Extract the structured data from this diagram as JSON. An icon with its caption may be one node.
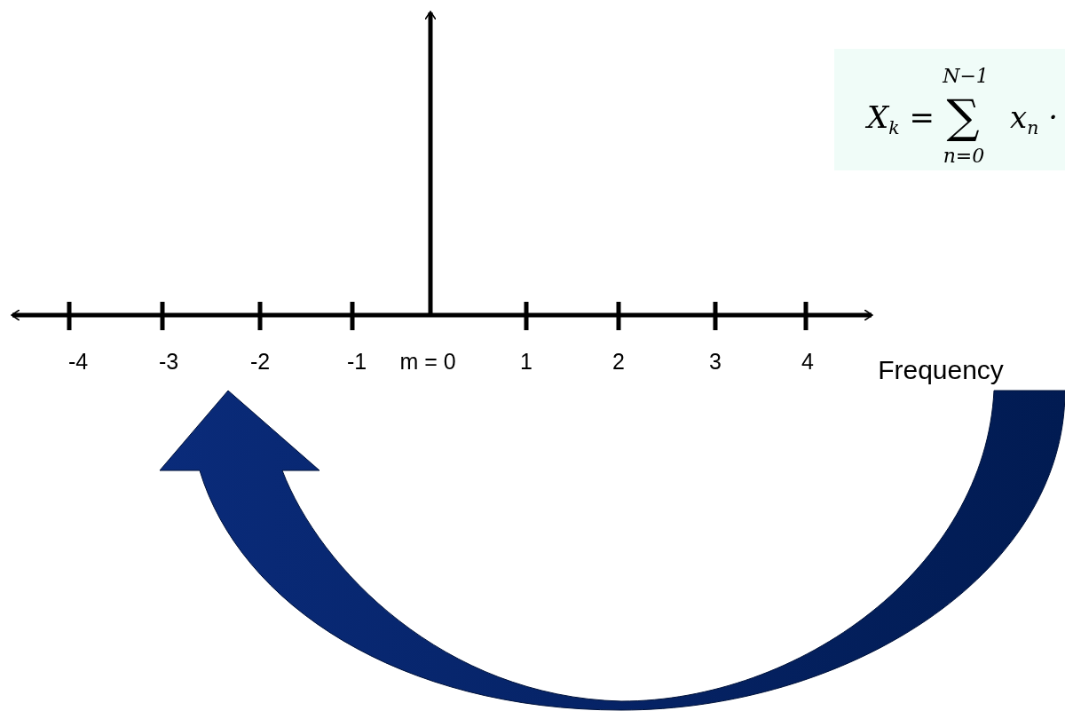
{
  "diagram": {
    "nodes": [
      {
        "text": [
          "X$_{k}$ =",
          "N−1",
          "∑",
          "n=0",
          "x$_{n}$ ·"
        ]
      }
    ],
    "labels": [
      "-4",
      "-3",
      "-2",
      "-1",
      "m = 0",
      "1",
      "2",
      "3",
      "4",
      "Frequency"
    ]
  }
}
